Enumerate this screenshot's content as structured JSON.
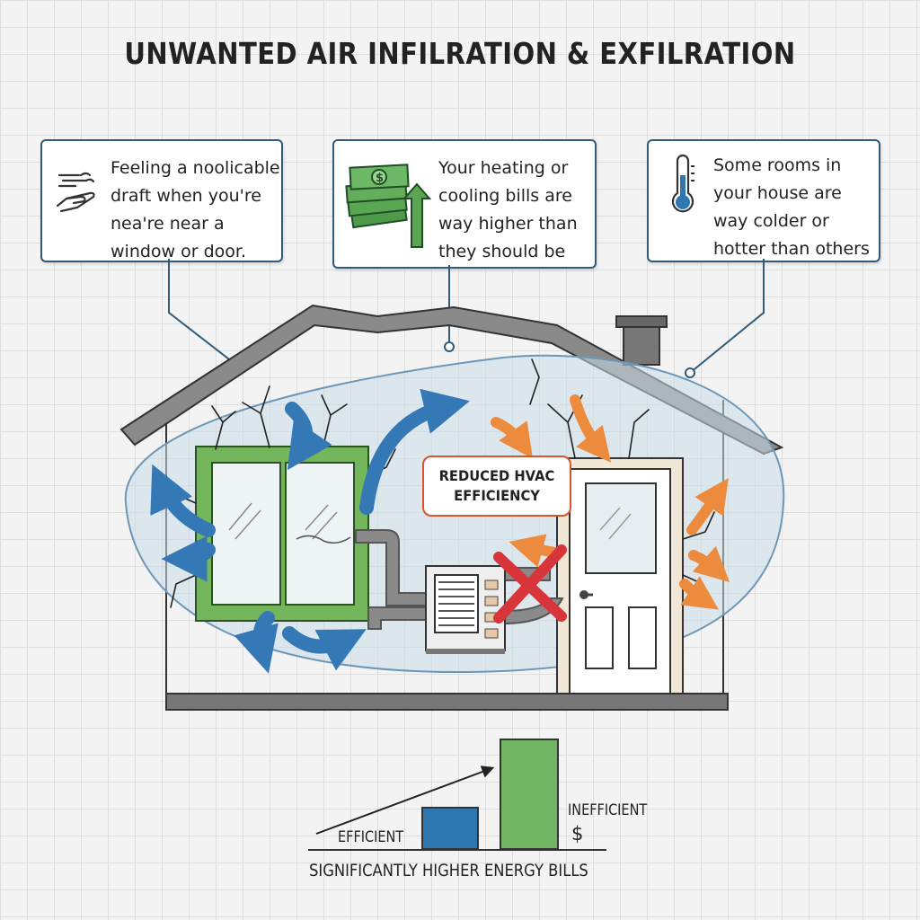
{
  "title": "UNWANTED AIR INFILRATION & EXFILRATION",
  "callouts": [
    {
      "text": "Feeling a noolicable draft when you're nea're near a window or door.",
      "icon": "draft-hand-icon"
    },
    {
      "text": "Your heating or cooling bills are way higher than they should be",
      "icon": "money-stack-icon"
    },
    {
      "text": "Some rooms in your house are way colder or hotter than others",
      "icon": "thermometer-icon"
    }
  ],
  "hvac_label": {
    "line1": "REDUCED HVAC",
    "line2": "EFFICIENCY"
  },
  "colors": {
    "window_frame": "#74b65c",
    "cold_air": "#3478b6",
    "warm_air": "#ec8a3e",
    "warning": "#d8542c",
    "envelope": "#c9dce8"
  },
  "chart_data": {
    "type": "bar",
    "categories": [
      "EFFICIENT",
      "INEFFICIENT"
    ],
    "values": [
      1,
      2.65
    ],
    "currency_symbol": "$",
    "caption": "SIGNIFICANTLY HIGHER ENERGY BILLS",
    "colors": [
      "#2f77b0",
      "#72b664"
    ]
  }
}
